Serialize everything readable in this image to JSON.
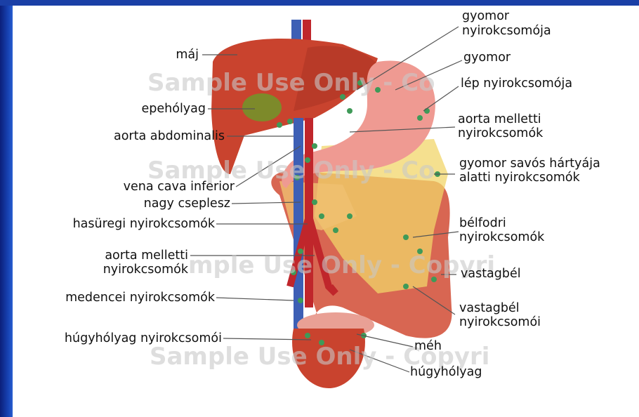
{
  "left_labels": {
    "maj": "máj",
    "epeholyag": "epehólyag",
    "aorta_abdominalis": "aorta abdominalis",
    "vena_cava": "vena cava inferior",
    "nagy_cseplesz": "nagy cseplesz",
    "hasuregi": "hasüregi nyirokcsomók",
    "aorta_melletti_1": "aorta melletti",
    "aorta_melletti_2": "nyirokcsomók",
    "medencei": "medencei nyirokcsomók",
    "hugyholyag_nyirok": "húgyhólyag nyirokcsomói"
  },
  "right_labels": {
    "gyomor_nyirok_1": "gyomor",
    "gyomor_nyirok_2": "nyirokcsomója",
    "gyomor": "gyomor",
    "lep": "lép nyirokcsomója",
    "aorta_melletti_1": "aorta melletti",
    "aorta_melletti_2": "nyirokcsomók",
    "savos_1": "gyomor savós hártyája",
    "savos_2": "alatti nyirokcsomók",
    "belfodri_1": "bélfodri",
    "belfodri_2": "nyirokcsomók",
    "vastagbel": "vastagbél",
    "vastagbel_nyirok_1": "vastagbél",
    "vastagbel_nyirok_2": "nyirokcsomói",
    "meh": "méh",
    "hugyholyag": "húgyhólyag"
  },
  "watermark": {
    "line1": "Sample Use Only - Co",
    "line2": "Sample Use Only - Co",
    "line3": "mple Use Only - Copyri",
    "line4": "Sample Use Only - Copyri"
  },
  "colors": {
    "background_frame": "#0a2a8a",
    "liver": "#c9432e",
    "stomach": "#ef9a92",
    "gallbladder": "#7d8a2a",
    "colon": "#d4553f",
    "fat": "#f2d66a",
    "lymph_node": "#3f9a58",
    "artery": "#c0262b",
    "vein": "#3d5fb5"
  }
}
